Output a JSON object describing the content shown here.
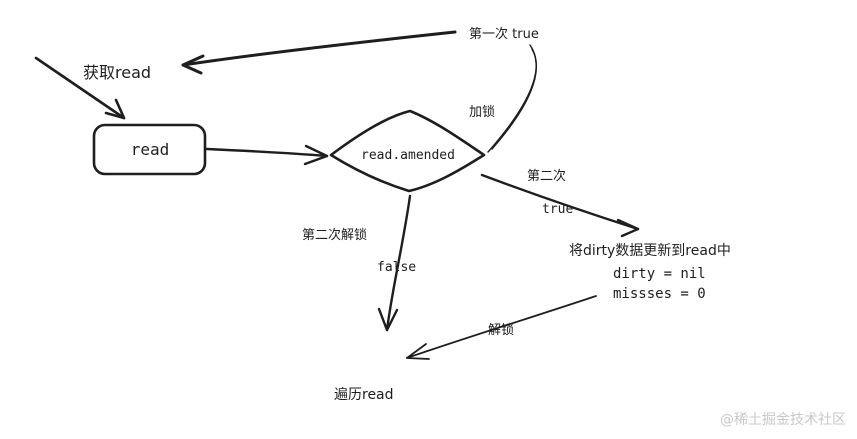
{
  "nodes": {
    "read_box": "read",
    "decision": "read.amended",
    "move_action": "将dirty数据更新到read中",
    "dirty_nil": "dirty = nil",
    "misses_zero": "missses = 0",
    "iterate": "遍历read"
  },
  "labels": {
    "get_read": "获取read",
    "first_true": "第一次 true",
    "lock": "加锁",
    "second": "第二次",
    "second_true": "true",
    "second_unlock": "第二次解锁",
    "false_label": "false",
    "unlock": "解锁"
  },
  "watermark": "@稀土掘金技术社区"
}
